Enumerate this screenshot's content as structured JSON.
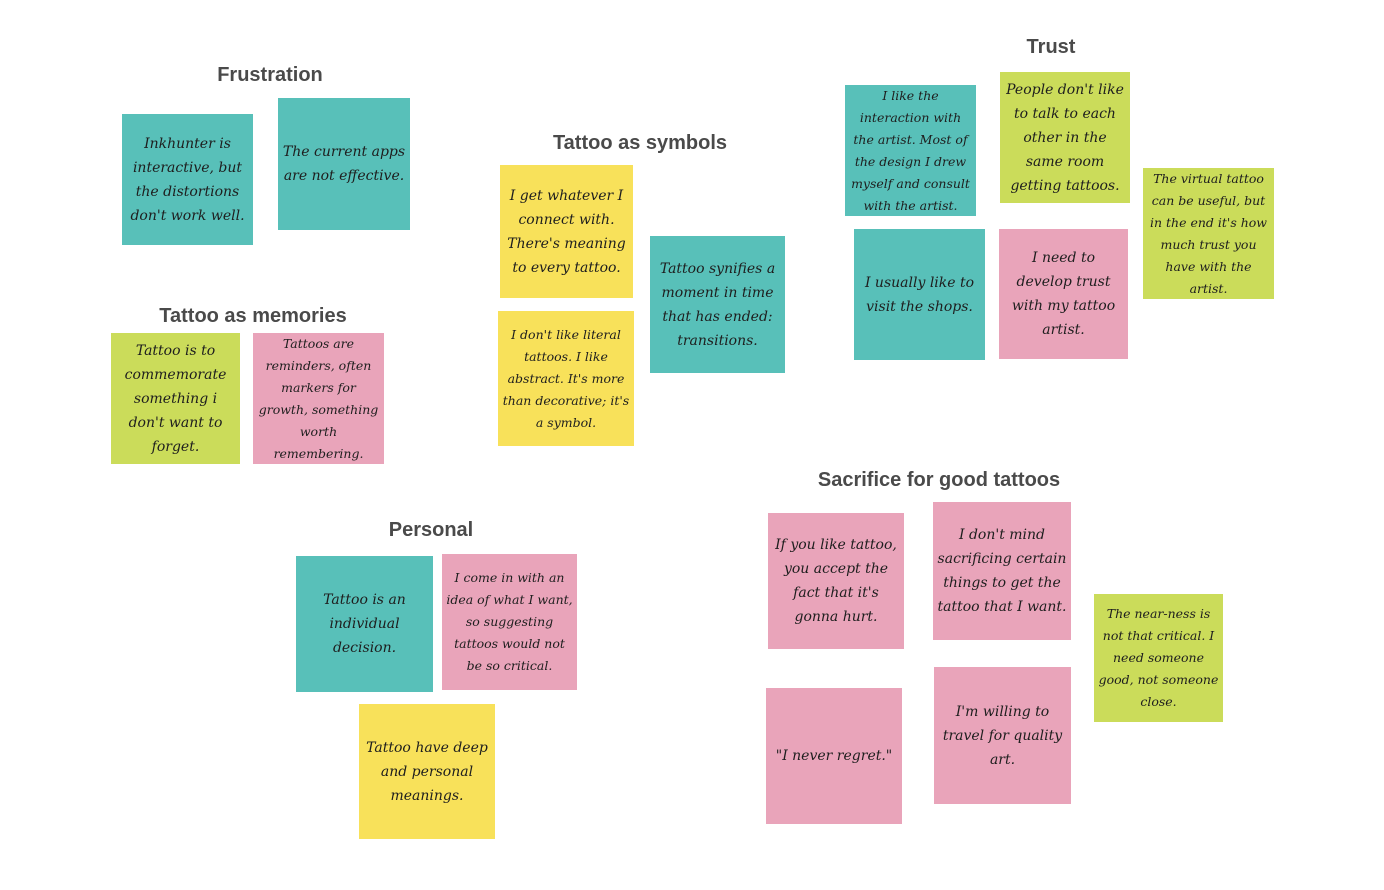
{
  "colors": {
    "teal": "#58c0b9",
    "green": "#cbdc5a",
    "yellow": "#f8e15a",
    "pink": "#e9a4ba",
    "heading": "#4a4a4a",
    "background": "#ffffff"
  },
  "groups": {
    "frustration": {
      "title": "Frustration",
      "notes": [
        "Inkhunter is interactive, but the distortions don't work well.",
        "The current apps are not effective."
      ]
    },
    "memories": {
      "title": "Tattoo as memories",
      "notes": [
        "Tattoo is to commemorate something i don't want to forget.",
        "Tattoos are reminders, often markers for growth, something worth remembering."
      ]
    },
    "symbols": {
      "title": "Tattoo as symbols",
      "notes": [
        "I get whatever I connect with. There's meaning to every tattoo.",
        "I don't like literal tattoos. I like abstract. It's more than decorative; it's a symbol.",
        "Tattoo synifies a moment in time that has ended: transitions."
      ]
    },
    "trust": {
      "title": "Trust",
      "notes": [
        "I like the interaction with the artist. Most of the design I drew myself and consult with the artist.",
        "People don't like to talk to each other in the same room getting tattoos.",
        "The virtual tattoo can be useful, but in the end it's how much trust you have with the artist.",
        "I usually like to visit the shops.",
        "I need to develop trust with my tattoo artist."
      ]
    },
    "personal": {
      "title": "Personal",
      "notes": [
        "Tattoo is an individual decision.",
        "I come in with an idea of what I want, so suggesting tattoos would not be so critical.",
        "Tattoo have deep and personal meanings."
      ]
    },
    "sacrifice": {
      "title": "Sacrifice for good tattoos",
      "notes": [
        "If you like tattoo, you accept the fact that it's gonna hurt.",
        "I don't mind sacrificing certain things to get the tattoo that I want.",
        "The near-ness is not that critical. I need someone good, not someone close.",
        "\"I never regret.\"",
        "I'm willing to travel for quality art."
      ]
    }
  }
}
